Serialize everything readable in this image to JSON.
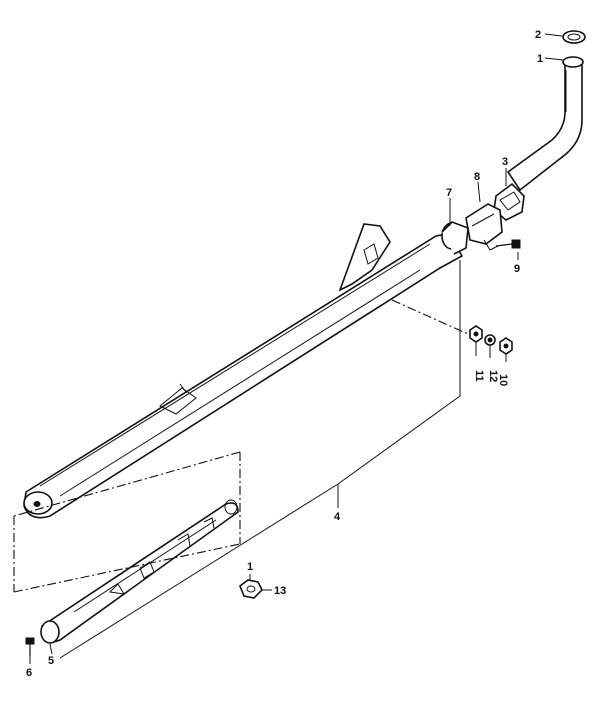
{
  "diagram": {
    "callouts": {
      "p1": "1",
      "p2": "2",
      "p3": "3",
      "p4": "4",
      "p5": "5",
      "p6": "6",
      "p7": "7",
      "p8": "8",
      "p9": "9",
      "p10": "10",
      "p11": "11",
      "p12": "12",
      "p13": "13",
      "p1b": "1"
    }
  }
}
